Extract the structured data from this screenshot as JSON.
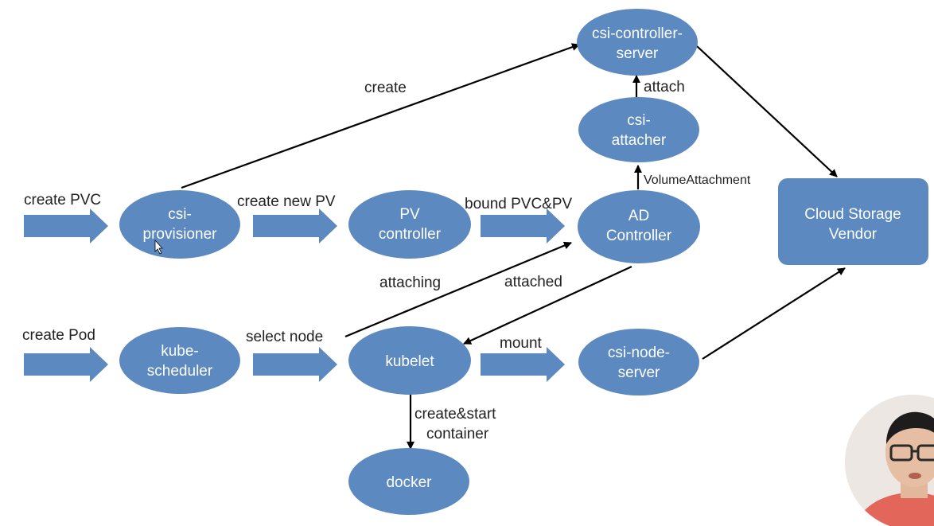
{
  "nodes": {
    "csi_controller_server": [
      "csi-controller-",
      "server"
    ],
    "csi_attacher": [
      "csi-",
      "attacher"
    ],
    "csi_provisioner": [
      "csi-",
      "provisioner"
    ],
    "pv_controller": [
      "PV",
      "controller"
    ],
    "ad_controller": [
      "AD",
      "Controller"
    ],
    "cloud_storage_vendor": [
      "Cloud Storage",
      "Vendor"
    ],
    "kube_scheduler": [
      "kube-",
      "scheduler"
    ],
    "kubelet": [
      "kubelet"
    ],
    "csi_node_server": [
      "csi-node-",
      "server"
    ],
    "docker": [
      "docker"
    ]
  },
  "edges": {
    "create": "create",
    "attach": "attach",
    "volume_attachment": "VolumeAttachment",
    "create_pvc": "create PVC",
    "create_new_pv": "create new PV",
    "bound_pvc_pv": "bound PVC&PV",
    "attaching": "attaching",
    "attached": "attached",
    "create_pod": "create Pod",
    "select_node": "select node",
    "mount": "mount",
    "create_start_container": [
      "create&start",
      "container"
    ]
  },
  "colors": {
    "node_fill": "#5b89c0",
    "arrow": "#000000",
    "text_on_node": "#ffffff"
  }
}
